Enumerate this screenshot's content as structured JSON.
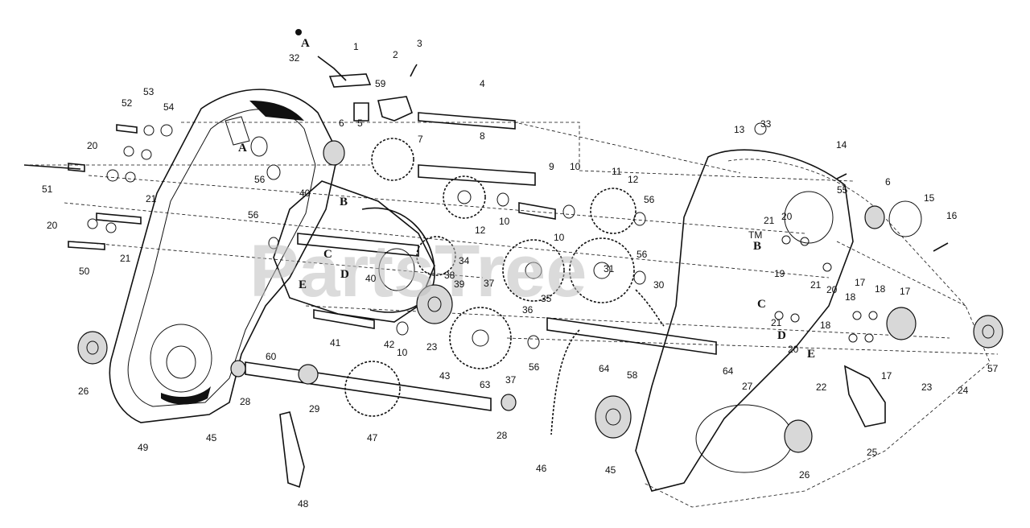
{
  "watermark": "PartsTree",
  "trademark": "TM",
  "callouts": [
    "1",
    "2",
    "3",
    "4",
    "5",
    "6",
    "7",
    "8",
    "9",
    "10",
    "10",
    "10",
    "10",
    "11",
    "12",
    "12",
    "13",
    "14",
    "15",
    "16",
    "17",
    "17",
    "17",
    "18",
    "18",
    "18",
    "19",
    "20",
    "20",
    "20",
    "20",
    "20",
    "21",
    "21",
    "21",
    "21",
    "21",
    "22",
    "23",
    "23",
    "24",
    "25",
    "26",
    "26",
    "27",
    "28",
    "28",
    "29",
    "30",
    "31",
    "32",
    "33",
    "34",
    "35",
    "36",
    "37",
    "37",
    "38",
    "39",
    "40",
    "40",
    "41",
    "42",
    "43",
    "45",
    "45",
    "46",
    "47",
    "48",
    "49",
    "50",
    "51",
    "52",
    "53",
    "54",
    "55",
    "56",
    "56",
    "56",
    "56",
    "56",
    "57",
    "58",
    "59",
    "60",
    "63",
    "64",
    "64",
    "6"
  ],
  "reference_letters": [
    "A",
    "A",
    "B",
    "B",
    "C",
    "C",
    "D",
    "D",
    "E",
    "E"
  ]
}
